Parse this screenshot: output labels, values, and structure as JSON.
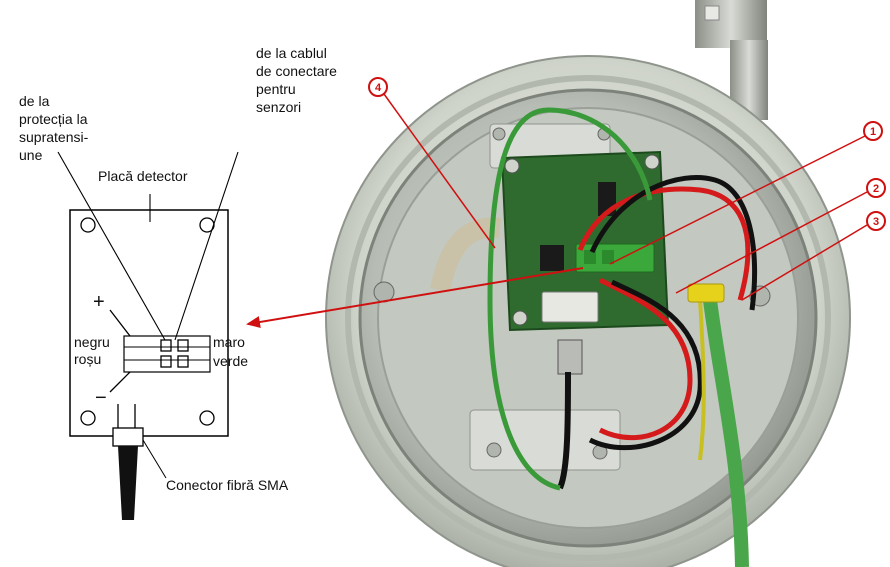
{
  "labels": {
    "overvoltage_line1": "de la",
    "overvoltage_line2": "protecția la",
    "overvoltage_line3": "supratensi-",
    "overvoltage_line4": "une",
    "sensor_cable_line1": "de la cablul",
    "sensor_cable_line2": "de conectare",
    "sensor_cable_line3": "pentru",
    "sensor_cable_line4": "senzori",
    "detector_board": "Placă detector",
    "plus_sign": "+",
    "minus_sign": "−",
    "wire_black": "negru",
    "wire_red": "roșu",
    "wire_brown": "maro",
    "wire_green": "verde",
    "sma_connector": "Conector fibră SMA"
  },
  "callouts": [
    "1",
    "2",
    "3",
    "4"
  ],
  "colors": {
    "callout": "#d01010",
    "pcb": "#2f6b2f",
    "terminal": "#3aa83a",
    "wire_red": "#d41a1a",
    "wire_black": "#111111",
    "wire_green_yellow": "#4aa64a",
    "housing": "#c9cfc4"
  }
}
